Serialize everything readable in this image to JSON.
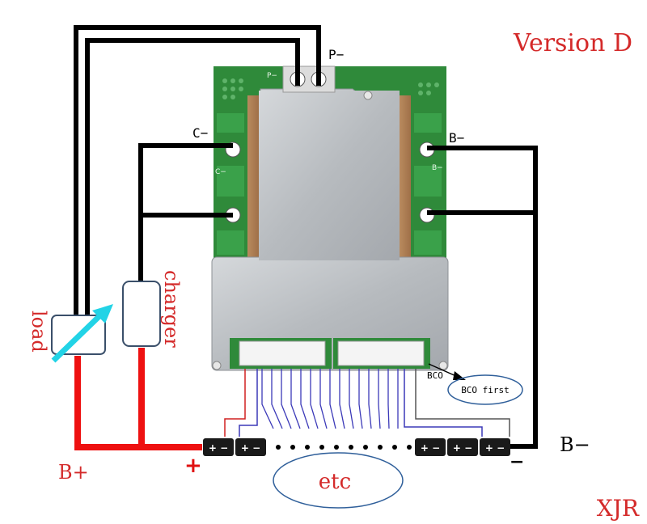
{
  "title": "Version D",
  "watermark": "XJR",
  "labels": {
    "p_minus": "P−",
    "c_minus": "C−",
    "b_minus_top": "B−",
    "b_minus_bottom": "B−",
    "b_plus": "B+",
    "load": "load",
    "charger": "charger",
    "bco": "BCO",
    "bco_first": "BCO first",
    "etc": "etc",
    "plus_sign": "+",
    "minus_sign": "−"
  },
  "board": {
    "silk_p": "P−",
    "silk_c": "C−",
    "silk_b": "B−"
  },
  "battery": {
    "cell_mark": "+ −"
  },
  "colors": {
    "title_red": "#d42a2a",
    "wire_black": "#000000",
    "wire_red": "#ee1111",
    "pcb_green": "#2f8a3a",
    "heatsink": "#b8bcc0",
    "balance_blue": "#3b39b8",
    "arrow_cyan": "#22d3e6",
    "ellipse_blue": "#2f5f9a"
  }
}
